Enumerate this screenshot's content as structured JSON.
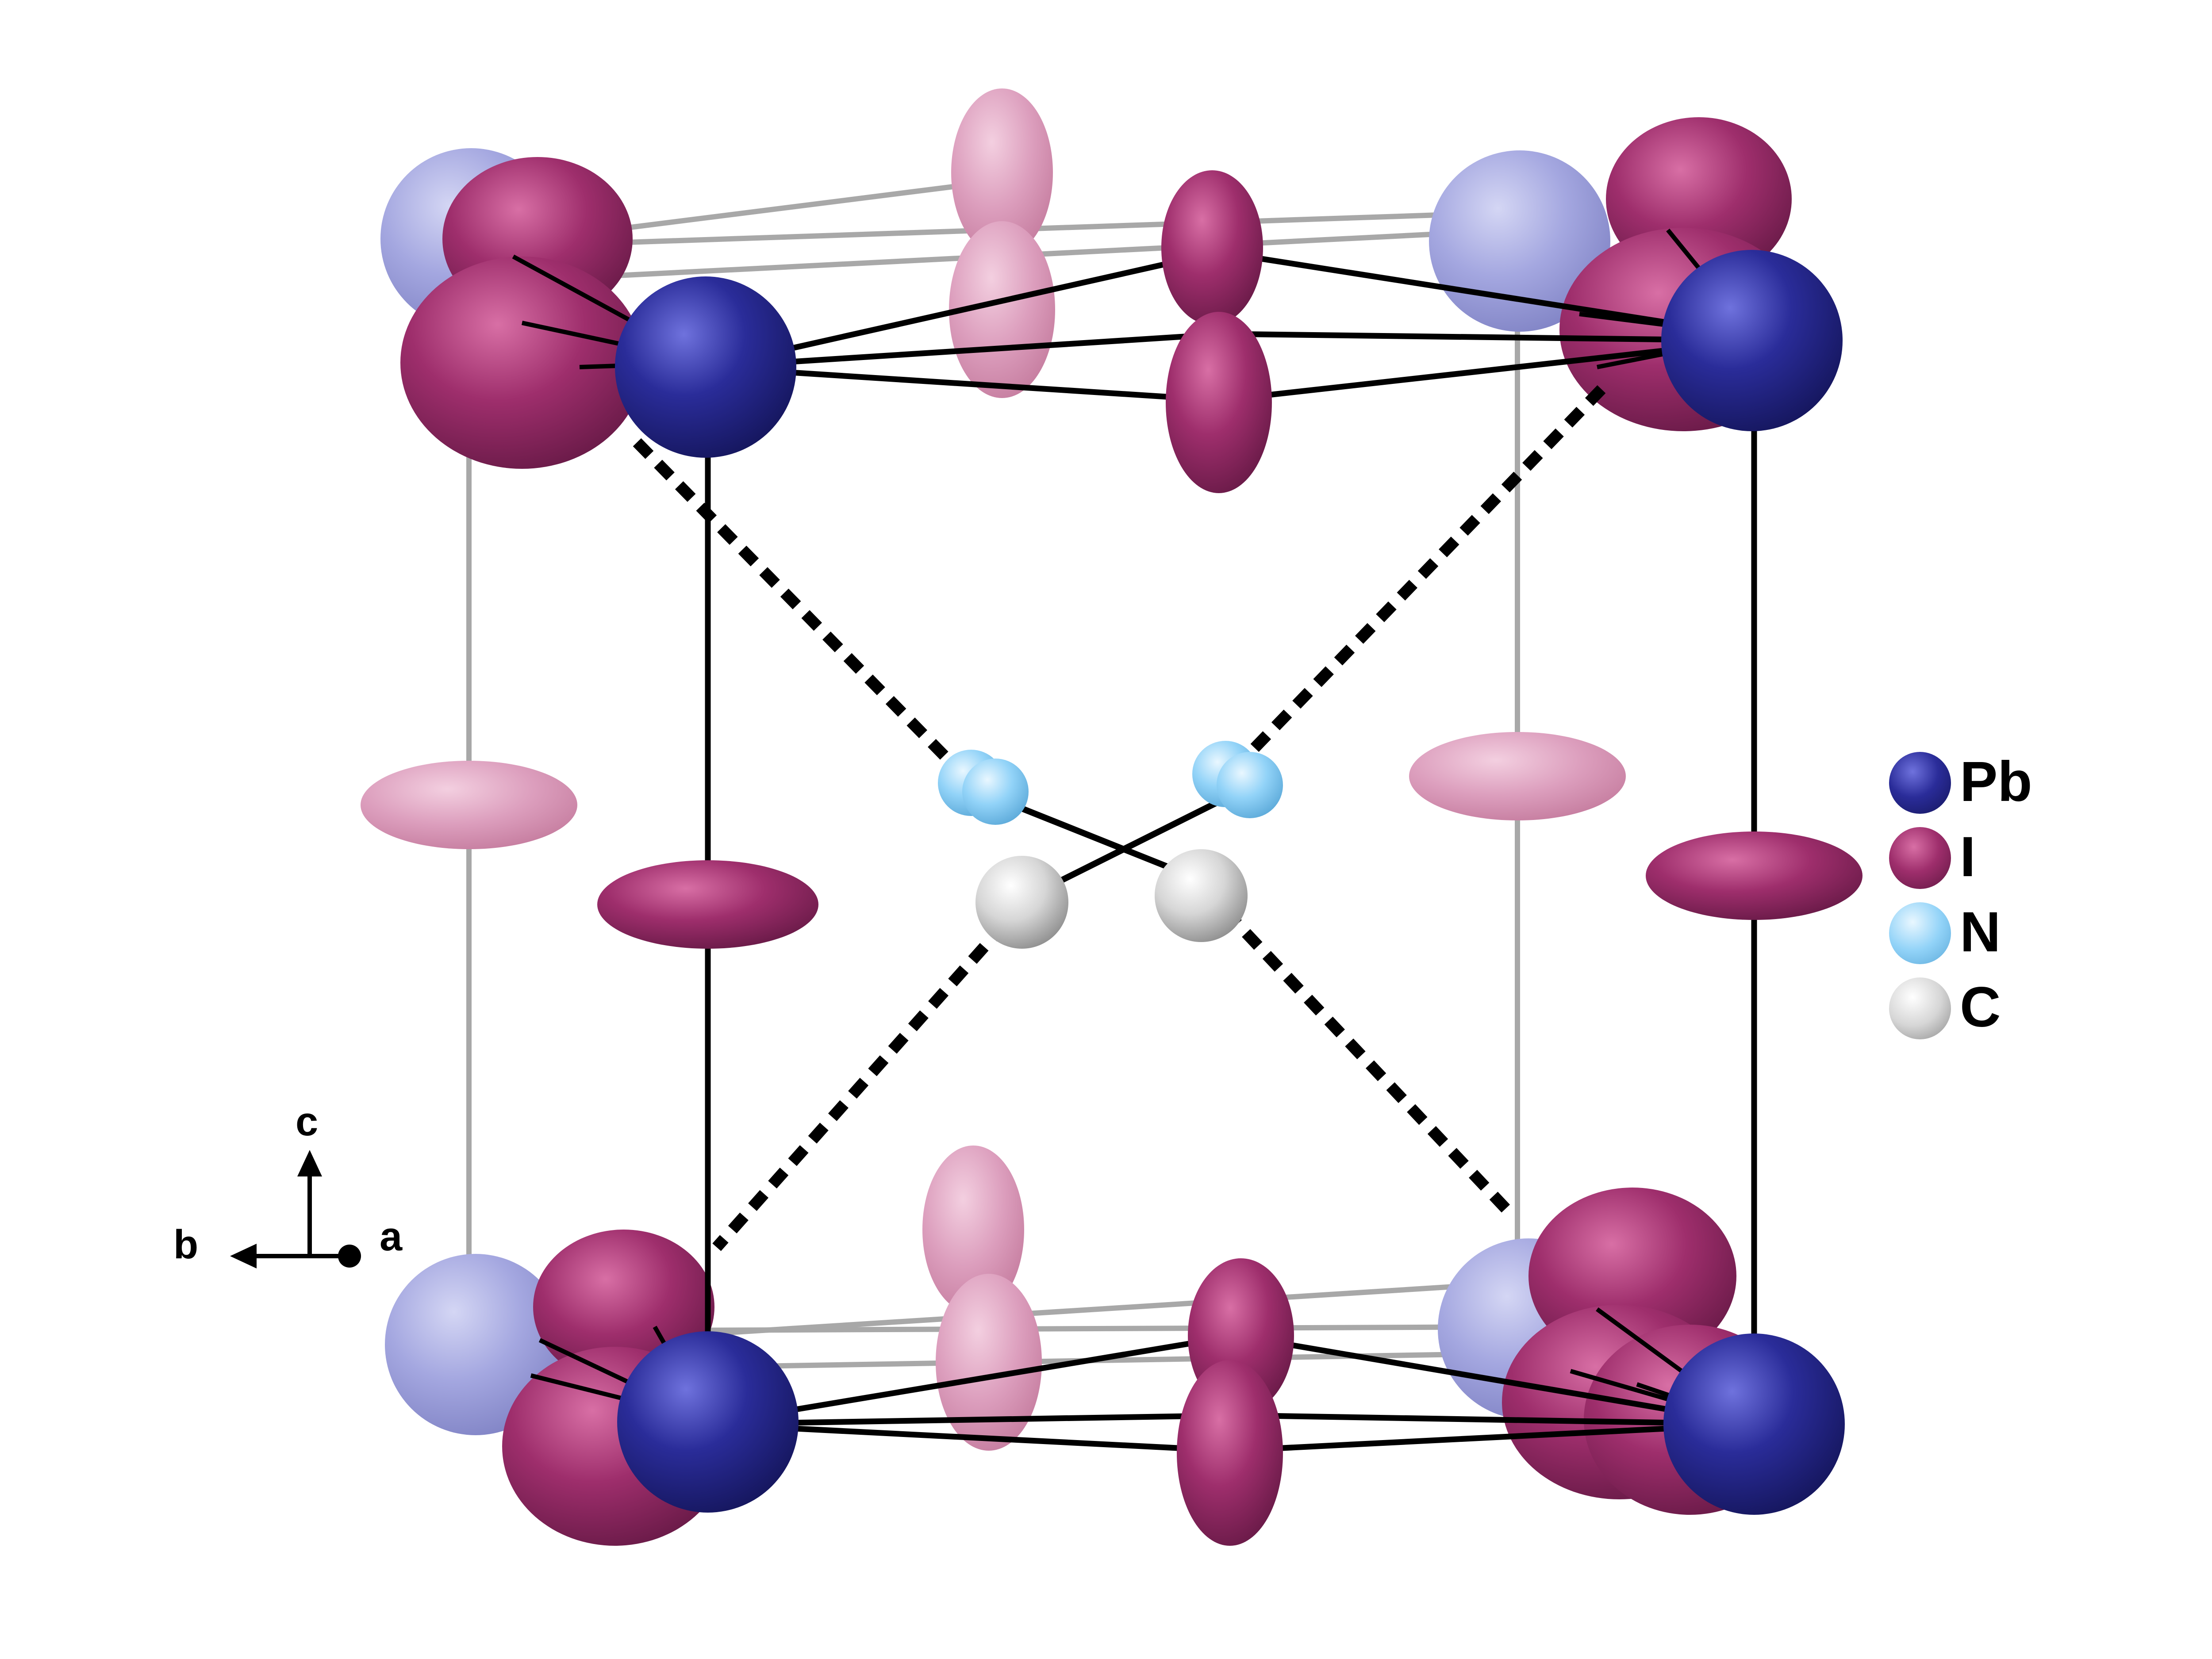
{
  "legend": [
    {
      "symbol": "Pb",
      "color": "#27288f"
    },
    {
      "symbol": "I",
      "color": "#9c2d6b"
    },
    {
      "symbol": "N",
      "color": "#8fd1f7"
    },
    {
      "symbol": "C",
      "color": "#d8d8d8"
    }
  ],
  "axes": {
    "c": "c",
    "b": "b",
    "a": "a"
  },
  "colors": {
    "pb": "#27288f",
    "pb_faded": "#9ea3df",
    "i": "#9c2d6b",
    "i_faded": "#d996b6",
    "n": "#8fd1f7",
    "c": "#d8d8d8",
    "bond": "#000000",
    "bond_faded": "#9a9a9a"
  }
}
